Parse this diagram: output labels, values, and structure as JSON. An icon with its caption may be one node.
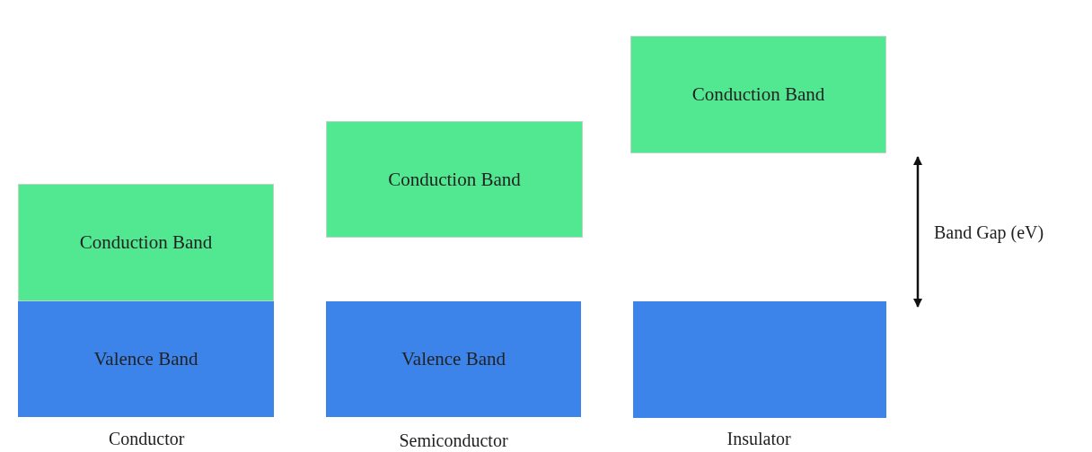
{
  "diagram": {
    "nodes": [
      {
        "text": [
          "Conduction Band"
        ]
      },
      {
        "text": [
          "Valence Band"
        ]
      },
      {
        "text": [
          "Conduction Band"
        ]
      },
      {
        "text": [
          "Valence Band"
        ]
      },
      {
        "text": [
          "Conduction Band"
        ]
      },
      {
        "text": [],
        "shape": "box"
      }
    ],
    "labels": [
      "Conductor",
      "Semiconductor",
      "Insulator",
      "Band Gap (eV)"
    ]
  }
}
